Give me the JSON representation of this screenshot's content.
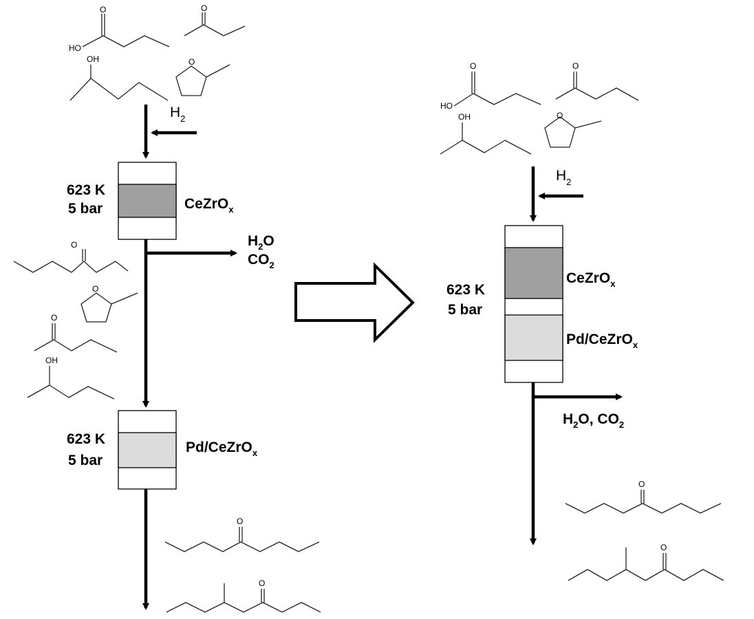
{
  "left_process": {
    "feed_gas": {
      "main": "H",
      "sub": "2"
    },
    "reactor1": {
      "temp": "623 K",
      "pressure": "5 bar",
      "catalyst": {
        "main": "CeZrO",
        "sub": "x"
      }
    },
    "byproducts": {
      "line1": {
        "main": "H",
        "sub": "2",
        "rest": "O"
      },
      "line2": {
        "main": "CO",
        "sub": "2"
      }
    },
    "reactor2": {
      "temp": "623 K",
      "pressure": "5 bar",
      "catalyst": {
        "main": "Pd/CeZrO",
        "sub": "x"
      }
    }
  },
  "right_process": {
    "feed_gas": {
      "main": "H",
      "sub": "2"
    },
    "reactor": {
      "temp": "623 K",
      "pressure": "5 bar",
      "catalyst1": {
        "main": "CeZrO",
        "sub": "x"
      },
      "catalyst2": {
        "main": "Pd/CeZrO",
        "sub": "x"
      }
    },
    "byproducts": {
      "p1": "H",
      "s1": "2",
      "p2": "O, CO",
      "s2": "2"
    }
  },
  "atoms": {
    "oxygen": "O",
    "hydroxyl": "OH",
    "acid_oh": "HO"
  },
  "colors": {
    "dark_bed": "#a0a0a0",
    "light_bed": "#dcdcdc"
  }
}
